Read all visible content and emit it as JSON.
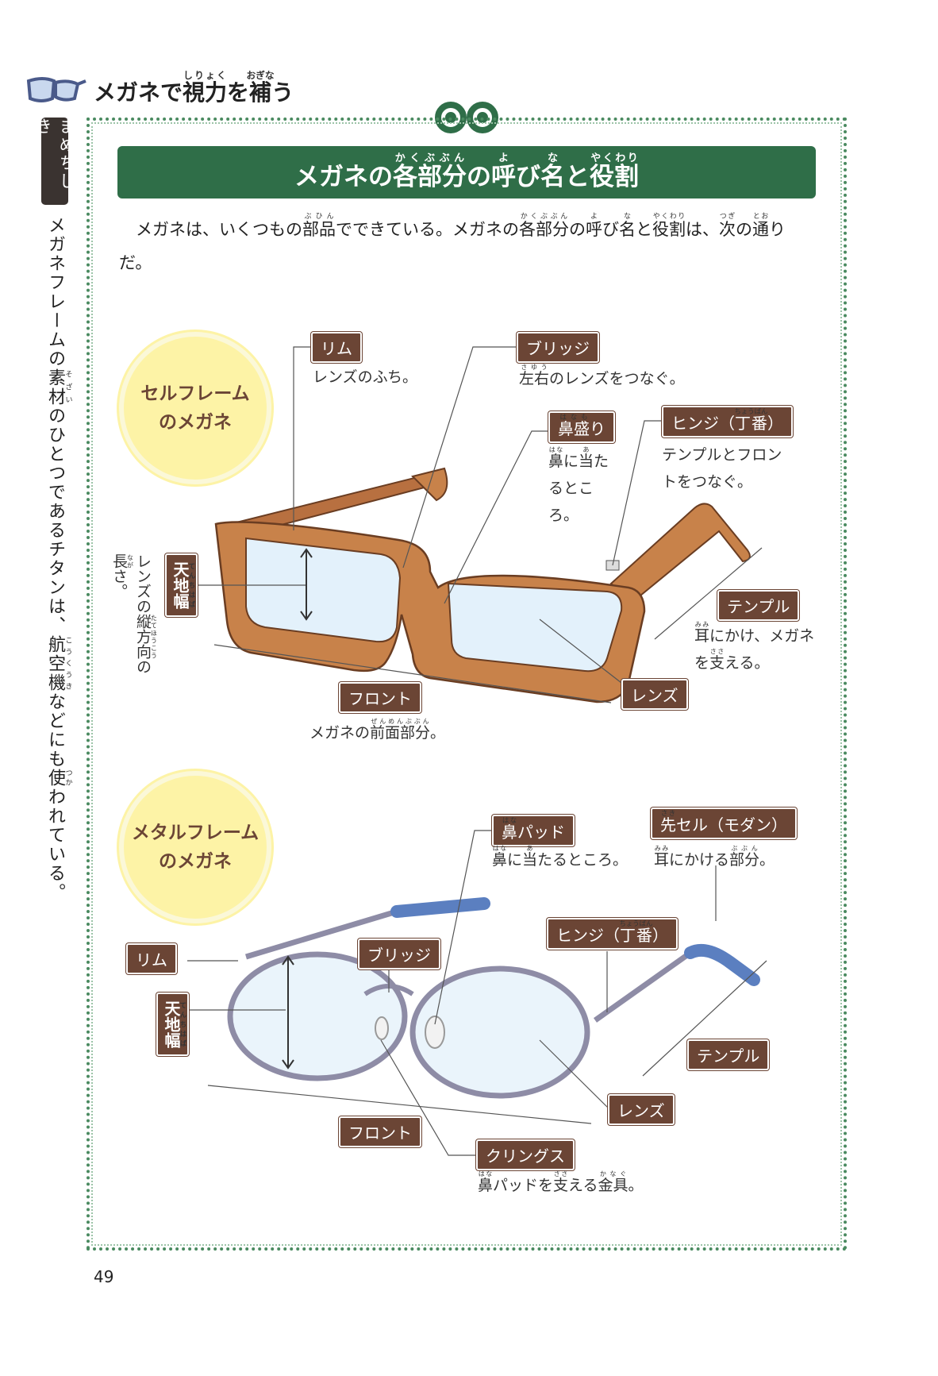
{
  "header": {
    "title": [
      "メガネで",
      [
        "視力",
        "しりょく"
      ],
      "を",
      [
        "補",
        "おぎな"
      ],
      "う"
    ]
  },
  "sidebar": {
    "tag": "まめちしき",
    "text": [
      "メガネフレームの",
      [
        "素材",
        "そざい"
      ],
      "のひとつであるチタンは、",
      [
        "航空機",
        "こうくうき"
      ],
      "などにも",
      [
        "使",
        "つか"
      ],
      "われている。"
    ]
  },
  "banner": [
    "メガネの",
    [
      "各部分",
      "かくぶぶん"
    ],
    "の",
    [
      "呼",
      "よ"
    ],
    "び",
    [
      "名",
      "な"
    ],
    "と",
    [
      "役割",
      "やくわり"
    ]
  ],
  "intro": [
    "メガネは、いくつもの",
    [
      "部品",
      "ぶひん"
    ],
    "でできている。メガネの",
    [
      "各部分",
      "かくぶぶん"
    ],
    "の",
    [
      "呼",
      "よ"
    ],
    "び",
    [
      "名",
      "な"
    ],
    "と",
    [
      "役割",
      "やくわり"
    ],
    "は、",
    [
      "次",
      "つぎ"
    ],
    "の",
    [
      "通",
      "とお"
    ],
    "りだ。"
  ],
  "cell": {
    "circle": [
      "セルフレーム",
      "のメガネ"
    ],
    "rim": {
      "label": [
        "リム"
      ],
      "desc": [
        "レンズのふち。"
      ]
    },
    "bridge": {
      "label": [
        "ブリッジ"
      ],
      "desc": [
        [
          "左右",
          "さゆう"
        ],
        "のレンズをつなぐ。"
      ]
    },
    "nose": {
      "label": [
        [
          "鼻盛",
          "はなも"
        ],
        "り"
      ],
      "desc": [
        [
          "鼻",
          "はな"
        ],
        "に",
        [
          "当",
          "あ"
        ],
        "たるところ。"
      ]
    },
    "hinge": {
      "label": [
        "ヒンジ（",
        [
          "丁番",
          "ちょうばん"
        ],
        "）"
      ],
      "desc": [
        "テンプルとフロントをつなぐ。"
      ]
    },
    "temple": {
      "label": [
        "テンプル"
      ],
      "desc": [
        [
          "耳",
          "みみ"
        ],
        "にかけ、メガネを",
        [
          "支",
          "ささ"
        ],
        "える。"
      ]
    },
    "lens": {
      "label": [
        "レンズ"
      ]
    },
    "front": {
      "label": [
        "フロント"
      ],
      "desc": [
        "メガネの",
        [
          "前面部分",
          "ぜんめんぶぶん"
        ],
        "。"
      ]
    },
    "height": {
      "label": [
        [
          "天地幅",
          "てんちはば"
        ]
      ],
      "desc": [
        "レンズの",
        [
          "縦方向",
          "たてほうこう"
        ],
        "の",
        [
          "長",
          "なが"
        ],
        "さ。"
      ]
    }
  },
  "metal": {
    "circle": [
      "メタルフレーム",
      "のメガネ"
    ],
    "pad": {
      "label": [
        [
          "鼻",
          "はな"
        ],
        "パッド"
      ],
      "desc": [
        [
          "鼻",
          "はな"
        ],
        "に",
        [
          "当",
          "あ"
        ],
        "たるところ。"
      ]
    },
    "tip": {
      "label": [
        [
          "先",
          "さき"
        ],
        "セル（モダン）"
      ],
      "desc": [
        [
          "耳",
          "みみ"
        ],
        "にかける",
        [
          "部分",
          "ぶぶん"
        ],
        "。"
      ]
    },
    "hinge": {
      "label": [
        "ヒンジ（",
        [
          "丁番",
          "ちょうばん"
        ],
        "）"
      ]
    },
    "rim": {
      "label": [
        "リム"
      ]
    },
    "bridge": {
      "label": [
        "ブリッジ"
      ]
    },
    "height": {
      "label": [
        [
          "天地幅",
          "てんちはば"
        ]
      ]
    },
    "temple": {
      "label": [
        "テンプル"
      ]
    },
    "lens": {
      "label": [
        "レンズ"
      ]
    },
    "front": {
      "label": [
        "フロント"
      ]
    },
    "clings": {
      "label": [
        "クリングス"
      ],
      "desc": [
        [
          "鼻",
          "はな"
        ],
        "パッドを",
        [
          "支",
          "ささ"
        ],
        "える",
        [
          "金具",
          "かなぐ"
        ],
        "。"
      ]
    }
  },
  "page_number": "49",
  "colors": {
    "green": "#2f6e48",
    "brown": "#6b4535",
    "cell_frame": "#c8824a",
    "metal_frame": "#8e8ca6",
    "tip_blue": "#5b7fc0",
    "circle_yellow": "#fdf3a6"
  }
}
